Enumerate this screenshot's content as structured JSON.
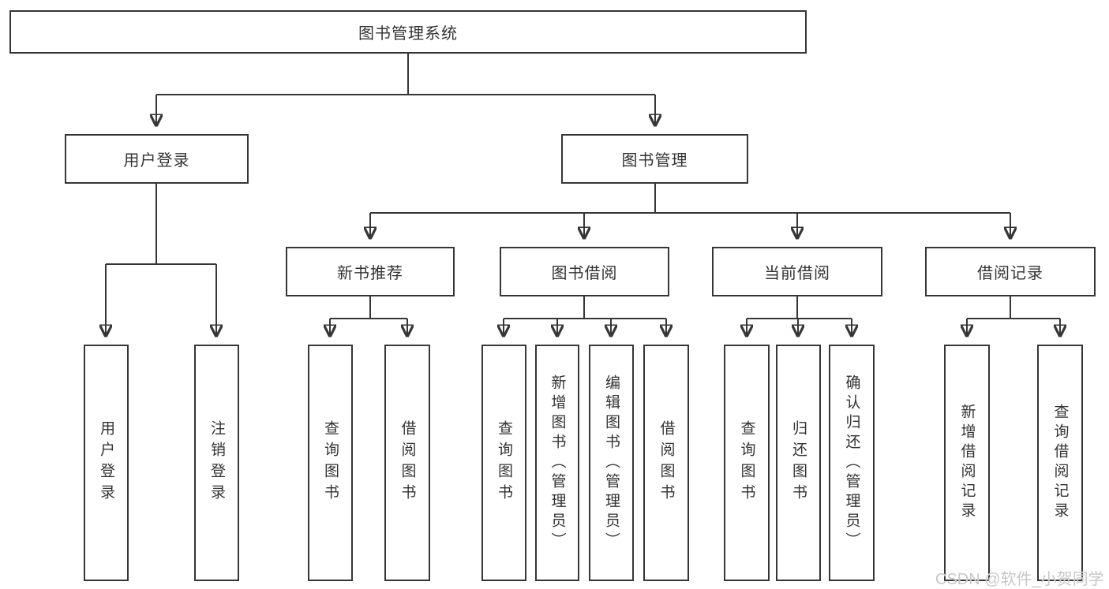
{
  "tree": {
    "root": "图书管理系统",
    "children": [
      {
        "label": "用户登录",
        "children": [
          "用户登录",
          "注销登录"
        ]
      },
      {
        "label": "图书管理",
        "children": [
          {
            "label": "新书推荐",
            "children": [
              "查询图书",
              "借阅图书"
            ]
          },
          {
            "label": "图书借阅",
            "children": [
              "查询图书",
              "新增图书（管理员）",
              "编辑图书（管理员）",
              "借阅图书"
            ]
          },
          {
            "label": "当前借阅",
            "children": [
              "查询图书",
              "归还图书",
              "确认归还（管理员）"
            ]
          },
          {
            "label": "借阅记录",
            "children": [
              "新增借阅记录",
              "查询借阅记录"
            ]
          }
        ]
      }
    ]
  },
  "watermark": {
    "text": "CSDN @软件_小贺同学"
  },
  "colors": {
    "line": "#363636",
    "text": "#333333",
    "background": "#ffffff",
    "watermark": "#c7c7c7"
  }
}
